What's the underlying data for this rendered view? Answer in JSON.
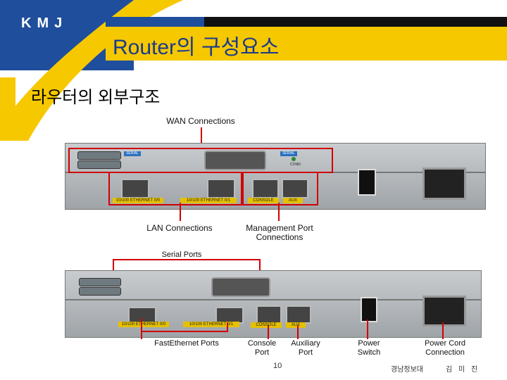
{
  "header": {
    "logo": "KMJ",
    "title": "Router의 구성요소"
  },
  "section": {
    "title": "라우터의 외부구조"
  },
  "top_diagram": {
    "labels": {
      "wan": "WAN Connections",
      "lan": "LAN Connections",
      "mgmt": "Management Port Connections"
    },
    "tags": {
      "eth0": "10/100 ETHERNET 0/0",
      "eth1": "10/100 ETHERNET 0/1",
      "console": "CONSOLE",
      "aux": "AUX",
      "serial": "SERIAL",
      "serial2": "SERIAL",
      "conn": "CONN"
    }
  },
  "bottom_diagram": {
    "labels": {
      "serial_ports": "Serial Ports",
      "fastethernet": "FastEthernet Ports",
      "console": "Console Port",
      "auxiliary": "Auxiliary Port",
      "power_switch": "Power Switch",
      "power_cord": "Power Cord Connection"
    },
    "tags": {
      "eth0": "10/100 ETHERNET 0/0",
      "eth1": "10/100 ETHERNET 0/1",
      "console": "CONSOLE",
      "aux": "AUX"
    }
  },
  "footer": {
    "page": "10",
    "org": "경남정보대",
    "author": "김 미 진"
  },
  "colors": {
    "brand_blue": "#1f4e9c",
    "accent_yellow": "#f6c800",
    "highlight_red": "#d00000",
    "title_blue": "#1a3a8c"
  }
}
